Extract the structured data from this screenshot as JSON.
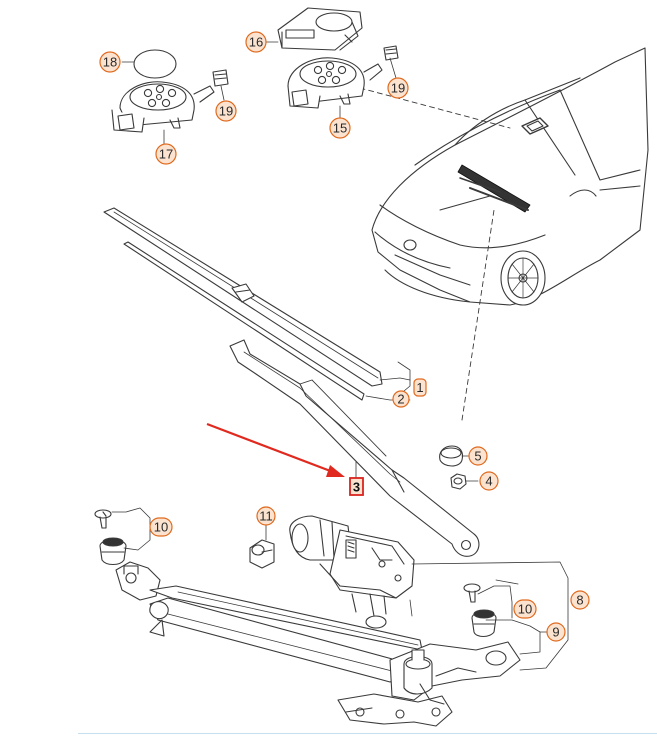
{
  "colors": {
    "callout_stroke": "#e06a1f",
    "callout_fill": "#fbe3d0",
    "selected_stroke": "#d9241f",
    "pointer_arrow": "#e02a1f",
    "line_art": "#3a3a3a"
  },
  "callouts": [
    {
      "id": "c1",
      "label": "1"
    },
    {
      "id": "c2",
      "label": "2"
    },
    {
      "id": "c3",
      "label": "3"
    },
    {
      "id": "c4",
      "label": "4"
    },
    {
      "id": "c5",
      "label": "5"
    },
    {
      "id": "c8",
      "label": "8"
    },
    {
      "id": "c9",
      "label": "9"
    },
    {
      "id": "c10a",
      "label": "10"
    },
    {
      "id": "c10b",
      "label": "10"
    },
    {
      "id": "c11",
      "label": "11"
    },
    {
      "id": "c15",
      "label": "15"
    },
    {
      "id": "c16",
      "label": "16"
    },
    {
      "id": "c17",
      "label": "17"
    },
    {
      "id": "c18",
      "label": "18"
    },
    {
      "id": "c19a",
      "label": "19"
    },
    {
      "id": "c19b",
      "label": "19"
    }
  ],
  "selected_callout": "3"
}
